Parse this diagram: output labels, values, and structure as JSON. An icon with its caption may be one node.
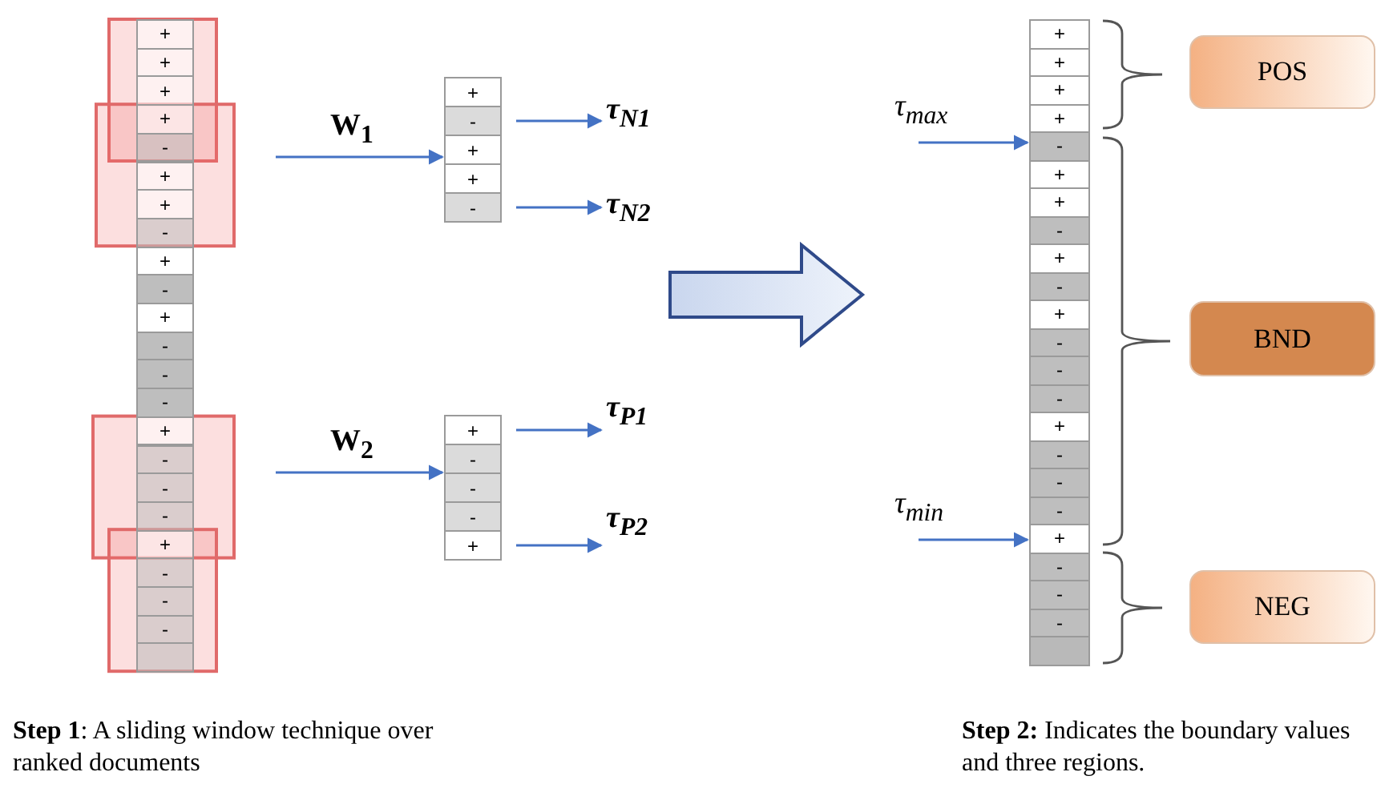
{
  "diagram": {
    "nodes": [
      {
        "text": [
          "+"
        ]
      },
      {
        "text": [
          "+"
        ]
      },
      {
        "text": [
          "+"
        ]
      },
      {
        "text": [
          "+"
        ]
      },
      {
        "text": [
          "-"
        ]
      },
      {
        "text": [
          "+"
        ]
      },
      {
        "text": [
          "+"
        ]
      },
      {
        "text": [
          "-"
        ]
      },
      {
        "text": [
          "+"
        ]
      },
      {
        "text": [
          "-"
        ]
      },
      {
        "text": [
          "+"
        ]
      },
      {
        "text": [
          "-"
        ]
      },
      {
        "text": [
          "-"
        ]
      },
      {
        "text": [
          "-"
        ]
      },
      {
        "text": [
          "+"
        ]
      },
      {
        "text": [
          "-"
        ]
      },
      {
        "text": [
          "-"
        ]
      },
      {
        "text": [
          "-"
        ]
      },
      {
        "text": [
          "+"
        ]
      },
      {
        "text": [
          "-"
        ]
      },
      {
        "text": [
          "-"
        ]
      },
      {
        "text": [
          "-"
        ]
      },
      {
        "text": [],
        "shape": "box"
      },
      {
        "text": [
          "+"
        ]
      },
      {
        "text": [
          "-"
        ]
      },
      {
        "text": [
          "+"
        ]
      },
      {
        "text": [
          "+"
        ]
      },
      {
        "text": [
          "-"
        ]
      },
      {
        "text": [
          "+"
        ]
      },
      {
        "text": [
          "-"
        ]
      },
      {
        "text": [
          "-"
        ]
      },
      {
        "text": [
          "-"
        ]
      },
      {
        "text": [
          "+"
        ]
      },
      {
        "text": [
          "τ$_{N1}$"
        ]
      },
      {
        "text": [
          "τ$_{N2}$"
        ]
      },
      {
        "text": [
          "τ$_{P1}$"
        ]
      },
      {
        "text": [
          "τ$_{P2}$"
        ]
      },
      {
        "text": [
          "+"
        ]
      },
      {
        "text": [
          "+"
        ]
      },
      {
        "text": [
          "+"
        ]
      },
      {
        "text": [
          "+"
        ]
      },
      {
        "text": [
          "-"
        ]
      },
      {
        "text": [
          "+"
        ]
      },
      {
        "text": [
          "+"
        ]
      },
      {
        "text": [
          "-"
        ]
      },
      {
        "text": [
          "+"
        ]
      },
      {
        "text": [
          "-"
        ]
      },
      {
        "text": [
          "+"
        ]
      },
      {
        "text": [
          "-"
        ]
      },
      {
        "text": [
          "-"
        ]
      },
      {
        "text": [
          "-"
        ]
      },
      {
        "text": [
          "+"
        ]
      },
      {
        "text": [
          "-"
        ]
      },
      {
        "text": [
          "-"
        ]
      },
      {
        "text": [
          "-"
        ]
      },
      {
        "text": [
          "+"
        ]
      },
      {
        "text": [
          "-"
        ]
      },
      {
        "text": [
          "-"
        ]
      },
      {
        "text": [
          "-"
        ]
      },
      {
        "text": [],
        "shape": "box"
      },
      {
        "text": [
          "POS"
        ]
      },
      {
        "text": [
          "BND"
        ]
      },
      {
        "text": [
          "NEG"
        ]
      }
    ],
    "edges": [
      {
        "from": null,
        "to": 25,
        "arrow": "to",
        "label": "W$_{1}$"
      },
      {
        "from": 24,
        "to": 33,
        "arrow": "to"
      },
      {
        "from": 27,
        "to": 34,
        "arrow": "to"
      },
      {
        "from": null,
        "to": 30,
        "arrow": "to",
        "label": "W$_{2}$"
      },
      {
        "from": 28,
        "to": 35,
        "arrow": "to"
      },
      {
        "from": 32,
        "to": 36,
        "arrow": "to"
      },
      {
        "from": null,
        "to": 41,
        "arrow": "to",
        "label": "τ$_{max}$"
      },
      {
        "from": null,
        "to": 55,
        "arrow": "to",
        "label": "τ$_{min}$"
      }
    ],
    "labels": [
      "**Step 1**: A sliding window technique over ranked documents",
      "**Step 2:** Indicates the boundary values and three regions."
    ]
  }
}
